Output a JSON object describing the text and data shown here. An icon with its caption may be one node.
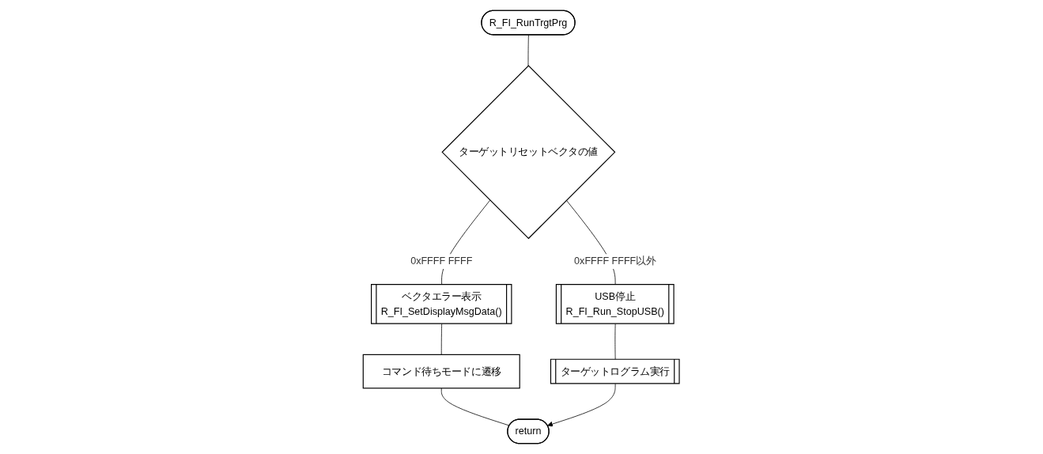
{
  "diagram": {
    "nodes": [
      {
        "text": [
          "R_FI_RunTrgtPrg"
        ]
      },
      {
        "text": [
          "ターゲットリセットベクタの値"
        ]
      },
      {
        "text": [
          "ベクタエラー表示",
          "R_FI_SetDisplayMsgData()"
        ]
      },
      {
        "text": [
          "コマンド待ちモードに遷移"
        ]
      },
      {
        "text": [
          "USB停止",
          "R_FI_Run_StopUSB()"
        ]
      },
      {
        "text": [
          "ターゲットログラム実行"
        ]
      },
      {
        "text": [
          "return"
        ]
      }
    ],
    "edges": [
      {
        "from": 0,
        "to": 1,
        "arrow": "none"
      },
      {
        "from": 1,
        "to": 2,
        "arrow": "none",
        "label": "0xFFFF FFFF"
      },
      {
        "from": 1,
        "to": 4,
        "arrow": "none",
        "label": "0xFFFF FFFF以外"
      },
      {
        "from": 2,
        "to": 3,
        "arrow": "none"
      },
      {
        "from": 4,
        "to": 5,
        "arrow": "none"
      },
      {
        "from": 3,
        "to": 6,
        "arrow": "none"
      },
      {
        "from": 5,
        "to": 6,
        "arrow": "to"
      }
    ]
  }
}
